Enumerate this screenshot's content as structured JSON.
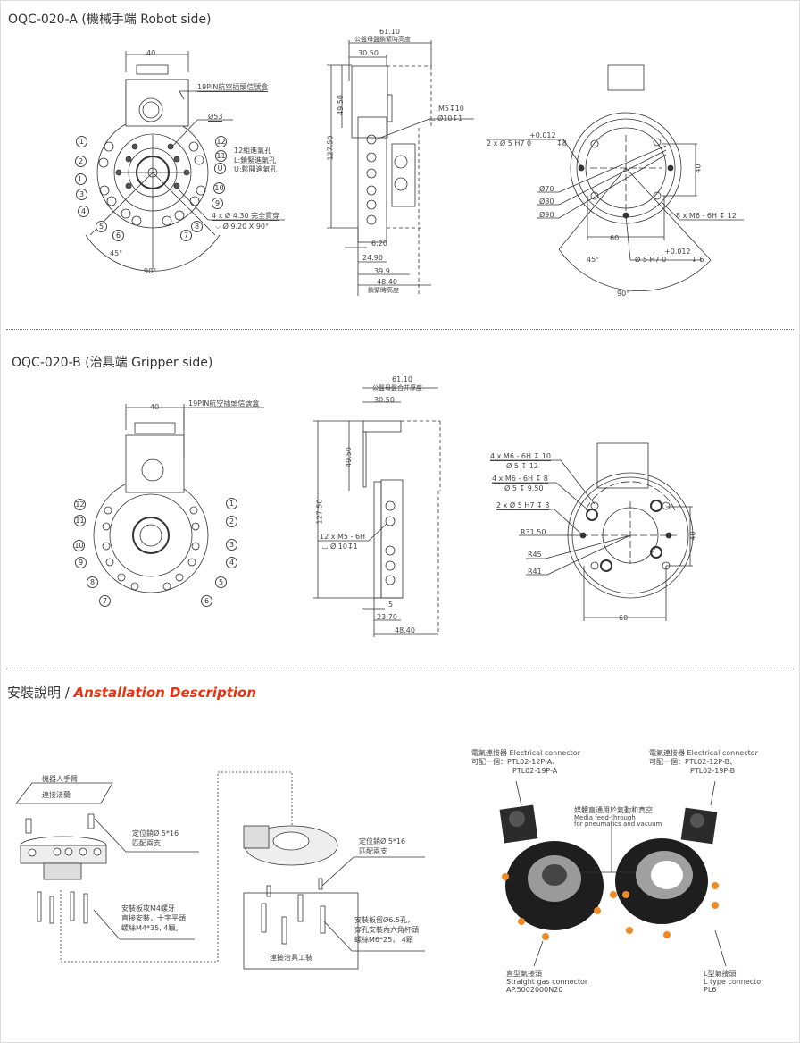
{
  "section_a": {
    "title": "OQC-020-A (機械手端 Robot side)",
    "front": {
      "width_dim": "40",
      "box_label": "19PIN航空插頭信號盒",
      "dia_53": "Ø53",
      "legend": [
        "12組進氣孔",
        "L:鎖緊進氣孔",
        "U:鬆開進氣孔"
      ],
      "hole_note_1": "4 x Ø 4.30 完全貫穿",
      "hole_note_2": "⌵ Ø 9.20 X 90°",
      "angle_45": "45°",
      "angle_90": "90°",
      "ports": [
        "1",
        "2",
        "L",
        "3",
        "4",
        "5",
        "6",
        "7",
        "8",
        "9",
        "10",
        "U",
        "11",
        "12"
      ]
    },
    "side": {
      "d61": "61.10",
      "d61_label": "公盤母盤鎖緊時高度",
      "d30": "30.50",
      "d49": "49.50",
      "d127": "127.50",
      "m5": "M5↧10",
      "cb": "⌴ Ø10↧1",
      "d6": "6.20",
      "d24": "24.90",
      "d39": "39.9",
      "d48": "48.40",
      "d48_label": "鎖緊時高度"
    },
    "back": {
      "tol1": "+0.012",
      "pin1": "2 x Ø 5 H7   0",
      "pin1_depth": "↧8",
      "d70": "Ø70",
      "d80": "Ø80",
      "d90": "Ø90",
      "thread": "8 x M6 - 6H ↧ 12",
      "d40": "40",
      "d60": "60",
      "tol2": "+0.012",
      "pin2": "Ø 5 H7   0",
      "pin2_depth": "↧ 6",
      "angle_45": "45°",
      "angle_90": "90°"
    }
  },
  "section_b": {
    "title": "OQC-020-B (治具端 Gripper side)",
    "front": {
      "width_dim": "40",
      "box_label": "19PIN航空插頭信號盒",
      "ports_left": [
        "12",
        "11",
        "10",
        "9",
        "8",
        "7"
      ],
      "ports_right": [
        "1",
        "2",
        "3",
        "4",
        "5",
        "6"
      ]
    },
    "side": {
      "d61": "61.10",
      "d61_label": "公盤母盤合并厚度",
      "d30": "30.50",
      "d49": "49.50",
      "d127": "127.50",
      "thread": "12 x M5 - 6H",
      "cb": "⌴ Ø 10↧1",
      "d5": "5",
      "d23": "23.70",
      "d48": "48.40"
    },
    "back": {
      "t1a": "4 x M6 - 6H ↧ 10",
      "t1b": "Ø 5 ↧ 12",
      "t2a": "4 x M6 - 6H ↧ 8",
      "t2b": "Ø 5 ↧ 9.50",
      "pin": "2 x Ø 5 H7 ↧ 8",
      "r31": "R31.50",
      "r45": "R45",
      "r41": "R41",
      "d40": "40",
      "d60": "60"
    }
  },
  "install": {
    "title_cn": "安裝說明 / ",
    "title_en": "Anstallation Description",
    "robot_arm": "機器人手臂",
    "flange": "連接法蘭",
    "pin_note_1": [
      "定位銷Ø 5*16",
      "匹配兩支"
    ],
    "screw_note_1": [
      "安裝板攻M4螺牙",
      "直接安裝，十字平頭",
      "螺絲M4*35, 4顆。"
    ],
    "pin_note_2": [
      "定位銷Ø 5*16",
      "匹配兩支"
    ],
    "screw_note_2": [
      "安裝板留Ø6.5孔，",
      "穿孔安裝內六角杯頭",
      "螺絲M6*25， 4顆"
    ],
    "fixture": "連接治具工裝",
    "elec_a": [
      "電氣連接器 Electrical connector",
      "可配一個：PTL02-12P-A、",
      "PTL02-19P-A"
    ],
    "elec_b": [
      "電氣連接器 Electrical connector",
      "可配一個：PTL02-12P-B、",
      "PTL02-19P-B"
    ],
    "media": [
      "媒體直通用於氣動和真空",
      "Media feed-through",
      "for pneumatics and vacuum"
    ],
    "straight": [
      "直型氣接頭",
      "Straight gas connector",
      "AP.5002000N20"
    ],
    "ltype": [
      "L型氣接頭",
      "L type connector",
      "PL6"
    ]
  },
  "colors": {
    "accent": "#e63312",
    "fitting": "#f08a24",
    "body": "#222222"
  }
}
